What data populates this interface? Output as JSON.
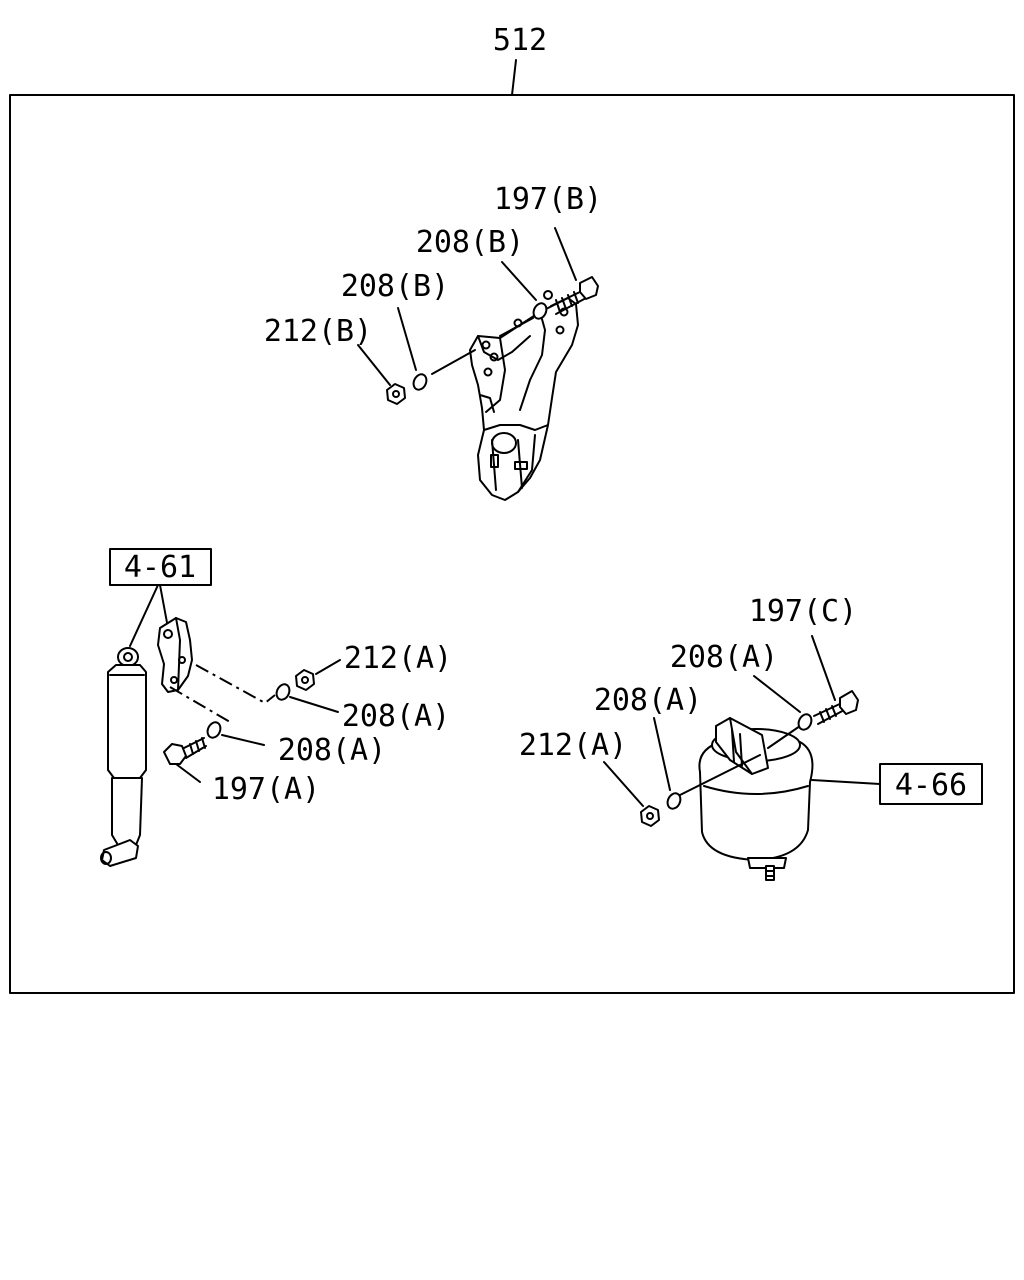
{
  "diagram": {
    "group_label": "512",
    "labels": {
      "bolt_197_b": "197(B)",
      "washer_208_b_upper": "208(B)",
      "washer_208_b_lower": "208(B)",
      "nut_212_b": "212(B)",
      "nut_212_a_left": "212(A)",
      "washer_208_a_left_upper": "208(A)",
      "washer_208_a_left_lower": "208(A)",
      "bolt_197_a": "197(A)",
      "bolt_197_c": "197(C)",
      "washer_208_a_right_upper": "208(A)",
      "washer_208_a_right_lower": "208(A)",
      "nut_212_a_right": "212(A)"
    },
    "references": {
      "shock_absorber_ref": "4-61",
      "air_spring_ref": "4-66"
    }
  }
}
